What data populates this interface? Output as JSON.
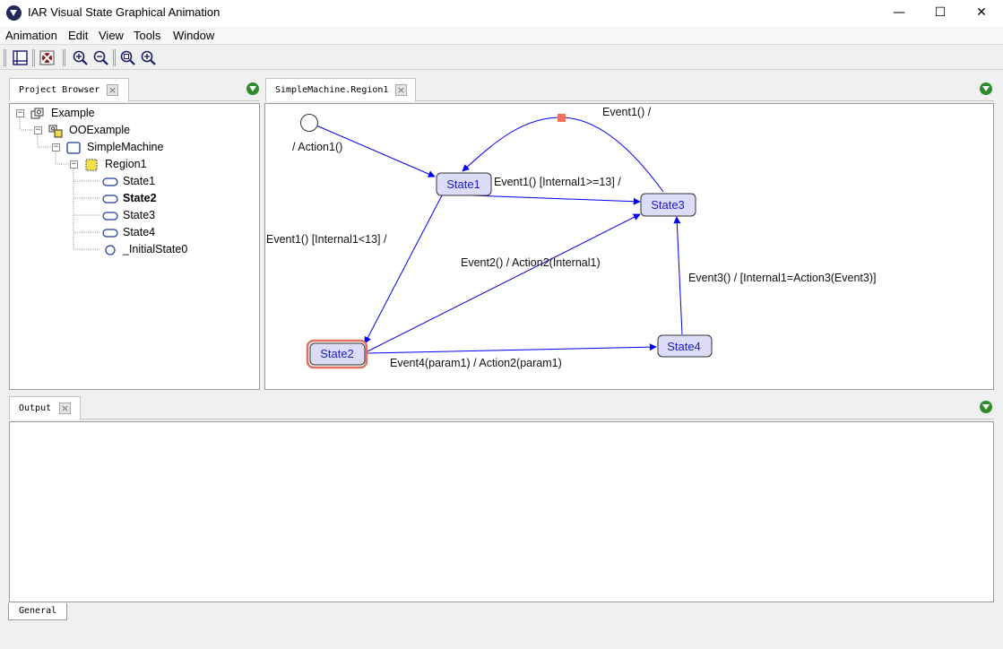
{
  "window": {
    "title": "IAR Visual State Graphical Animation",
    "minimize_glyph": "—",
    "maximize_glyph": "☐",
    "close_glyph": "✕"
  },
  "menu": [
    "Animation",
    "Edit",
    "View",
    "Tools",
    "Window"
  ],
  "toolbar": {
    "buttons": [
      "layout-icon",
      "stop-animation-icon",
      "zoom-in-icon",
      "zoom-out-icon",
      "zoom-fit-icon",
      "zoom-reset-icon"
    ]
  },
  "project_browser": {
    "tab_label": "Project Browser",
    "close_glyph": "×",
    "expand_glyph": "−",
    "tree": [
      {
        "label": "Example",
        "icon": "project-icon",
        "bold": false
      },
      {
        "label": "OOExample",
        "icon": "folder-object-icon",
        "bold": false
      },
      {
        "label": "SimpleMachine",
        "icon": "machine-icon",
        "bold": false
      },
      {
        "label": "Region1",
        "icon": "region-icon",
        "bold": false
      },
      {
        "label": "State1",
        "icon": "state-icon",
        "bold": false
      },
      {
        "label": "State2",
        "icon": "state-icon",
        "bold": true
      },
      {
        "label": "State3",
        "icon": "state-icon",
        "bold": false
      },
      {
        "label": "State4",
        "icon": "state-icon",
        "bold": false
      },
      {
        "label": "_InitialState0",
        "icon": "initial-state-icon",
        "bold": false
      }
    ]
  },
  "diagram": {
    "tab_label": "SimpleMachine.Region1",
    "close_glyph": "×",
    "states": [
      {
        "name": "State1",
        "active": false
      },
      {
        "name": "State3",
        "active": false
      },
      {
        "name": "State2",
        "active": true
      },
      {
        "name": "State4",
        "active": false
      }
    ],
    "labels": {
      "initial_action": "/ Action1()",
      "s1_to_s3": "Event1() [Internal1>=13] /",
      "s3_to_s1": "Event1() /",
      "s1_to_s2": "Event1() [Internal1<13] /",
      "s2_to_s3": "Event2() / Action2(Internal1)",
      "s4_to_s3": "Event3() / [Internal1=Action3(Event3)]",
      "s2_to_s4": "Event4(param1) / Action2(param1)"
    },
    "colors": {
      "state_fill": "#dcdcf8",
      "state_text": "#1a1acc",
      "transition": "#0000ee",
      "active_outline": "#e07060",
      "junction": "#f07060"
    }
  },
  "output": {
    "tab_label": "Output",
    "close_glyph": "×",
    "status_tab": "General"
  }
}
